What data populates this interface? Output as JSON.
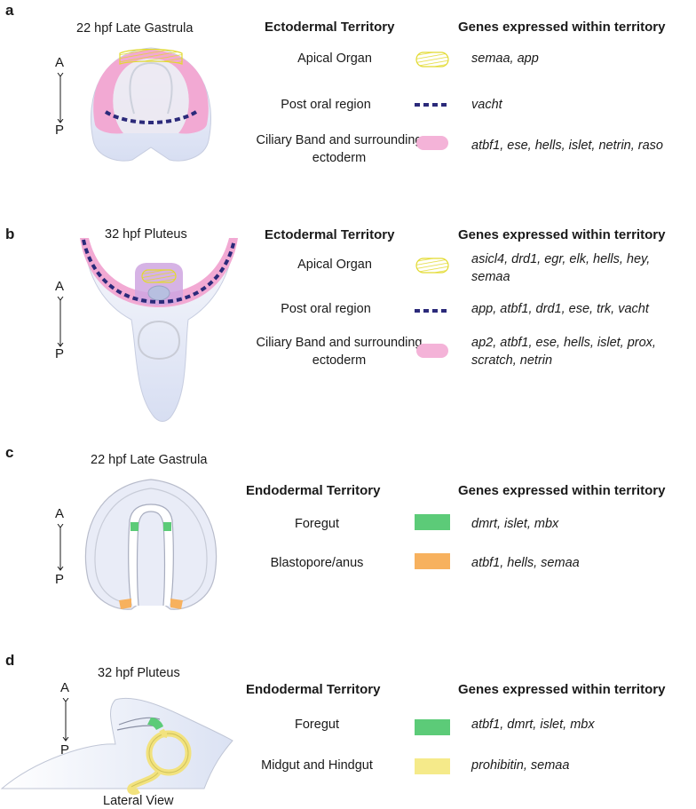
{
  "panels": [
    {
      "label": "a",
      "stage": "22 hpf Late Gastrula",
      "territory_header": "Ectodermal Territory",
      "genes_header": "Genes expressed within territory",
      "axis": {
        "anterior": "A",
        "posterior": "P"
      },
      "rows": [
        {
          "territory": "Apical Organ",
          "swatch": "apical-hatch",
          "genes": "semaa, app"
        },
        {
          "territory": "Post oral region",
          "swatch": "dashed-line",
          "genes": "vacht"
        },
        {
          "territory": "Ciliary Band and surrounding ectoderm",
          "swatch": "pink-pill",
          "genes": "atbf1, ese, hells, islet, netrin, raso"
        }
      ]
    },
    {
      "label": "b",
      "stage": "32 hpf Pluteus",
      "territory_header": "Ectodermal Territory",
      "genes_header": "Genes expressed within territory",
      "axis": {
        "anterior": "A",
        "posterior": "P"
      },
      "rows": [
        {
          "territory": "Apical Organ",
          "swatch": "apical-hatch",
          "genes": "asicl4, drd1, egr, elk, hells, hey, semaa"
        },
        {
          "territory": "Post oral region",
          "swatch": "dashed-line",
          "genes": "app, atbf1, drd1, ese, trk, vacht"
        },
        {
          "territory": "Ciliary Band and surrounding ectoderm",
          "swatch": "pink-pill",
          "genes": "ap2, atbf1, ese, hells, islet, prox, scratch, netrin"
        }
      ]
    },
    {
      "label": "c",
      "stage": "22 hpf Late Gastrula",
      "territory_header": "Endodermal Territory",
      "genes_header": "Genes expressed within territory",
      "axis": {
        "anterior": "A",
        "posterior": "P"
      },
      "rows": [
        {
          "territory": "Foregut",
          "swatch": "green-block",
          "genes": "dmrt, islet, mbx"
        },
        {
          "territory": "Blastopore/anus",
          "swatch": "orange-block",
          "genes": "atbf1, hells, semaa"
        }
      ]
    },
    {
      "label": "d",
      "stage": "32 hpf Pluteus",
      "caption": "Lateral View",
      "territory_header": "Endodermal Territory",
      "genes_header": "Genes expressed within territory",
      "axis": {
        "anterior": "A",
        "posterior": "P"
      },
      "rows": [
        {
          "territory": "Foregut",
          "swatch": "green-block",
          "genes": "atbf1, dmrt, islet, mbx"
        },
        {
          "territory": "Midgut and Hindgut",
          "swatch": "yellow-block",
          "genes": "prohibitin, semaa"
        }
      ]
    }
  ],
  "colors": {
    "ciliary_band": "#f0a8d2",
    "apical_organ": "#e8e23c",
    "post_oral": "#2b2a7a",
    "foregut": "#5ccb78",
    "blastopore": "#f7b15e",
    "midgut": "#f5ea8a",
    "embryo_fill": "#e6ebf7",
    "embryo_outline": "#b9bfcf"
  }
}
